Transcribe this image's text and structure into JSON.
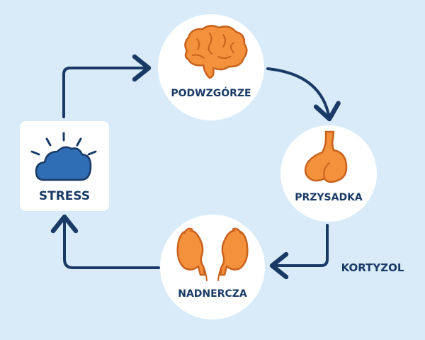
{
  "nodes": {
    "stress": {
      "label": "STRESS"
    },
    "hypothalamus": {
      "label": "PODWZGÓRZE"
    },
    "pituitary": {
      "label": "PRZYSADKA"
    },
    "adrenal": {
      "label": "NADNERCZA"
    }
  },
  "annotation": {
    "label": "KORTYZOL"
  },
  "colors": {
    "background": "#d9ebf8",
    "node_fill": "#ffffff",
    "arrow": "#1a3a66",
    "text": "#1a3a66",
    "organ_fill": "#f4913c",
    "organ_stroke": "#c9621d",
    "cloud_fill": "#2f6db4",
    "cloud_stroke": "#1a3a66"
  }
}
